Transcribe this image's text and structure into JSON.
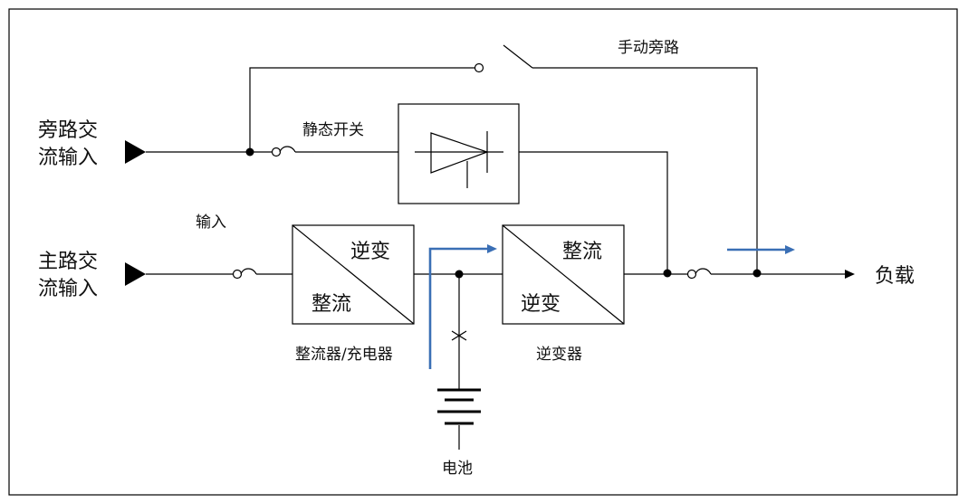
{
  "labels": {
    "bypass_input_line1": "旁路交",
    "bypass_input_line2": "流输入",
    "main_input_line1": "主路交",
    "main_input_line2": "流输入",
    "manual_bypass": "手动旁路",
    "static_switch": "静态开关",
    "input": "输入",
    "rectifier_box_top": "逆变",
    "rectifier_box_bottom": "整流",
    "inverter_box_top": "整流",
    "inverter_box_bottom": "逆变",
    "rectifier_charger": "整流器/充电器",
    "inverter": "逆变器",
    "battery": "电池",
    "load": "负载"
  },
  "colors": {
    "wire": "#000000",
    "power_flow": "#3a6fb5"
  }
}
